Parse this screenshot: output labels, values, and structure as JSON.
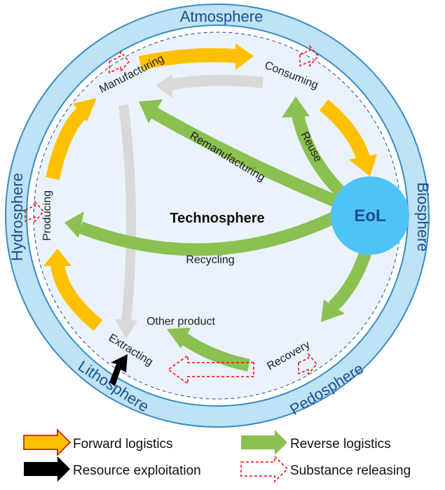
{
  "spheres": {
    "atmosphere": "Atmosphere",
    "biosphere": "Biosphere",
    "pedosphere": "Pedosphere",
    "lithosphere": "Lithosphere",
    "hydrosphere": "Hydrosphere"
  },
  "center_label": "Technosphere",
  "eol_label": "EoL",
  "stages": {
    "manufacturing": "Manufacturing",
    "consuming": "Consuming",
    "producing": "Producing",
    "extracting": "Extracting",
    "recovery": "Recovery",
    "other_product": "Other product"
  },
  "routes": {
    "remanufacturing": "Remanufacturing",
    "reuse": "Reuse",
    "recycling": "Recycling"
  },
  "legend": [
    {
      "label": "Forward logistics",
      "color": "#FFC000"
    },
    {
      "label": "Reverse logistics",
      "color": "#8CC152"
    },
    {
      "label": "Resource exploitation",
      "color": "#000000"
    },
    {
      "label": "Substance releasing",
      "color": "#FF0000"
    }
  ],
  "colors": {
    "forward": "#FFC000",
    "reverse": "#8CC152",
    "exploitation": "#000000",
    "release": "#FF0000",
    "ring": "#BDE3F5",
    "eol": "#4FC3F7",
    "inner": "#EAF3FB"
  }
}
